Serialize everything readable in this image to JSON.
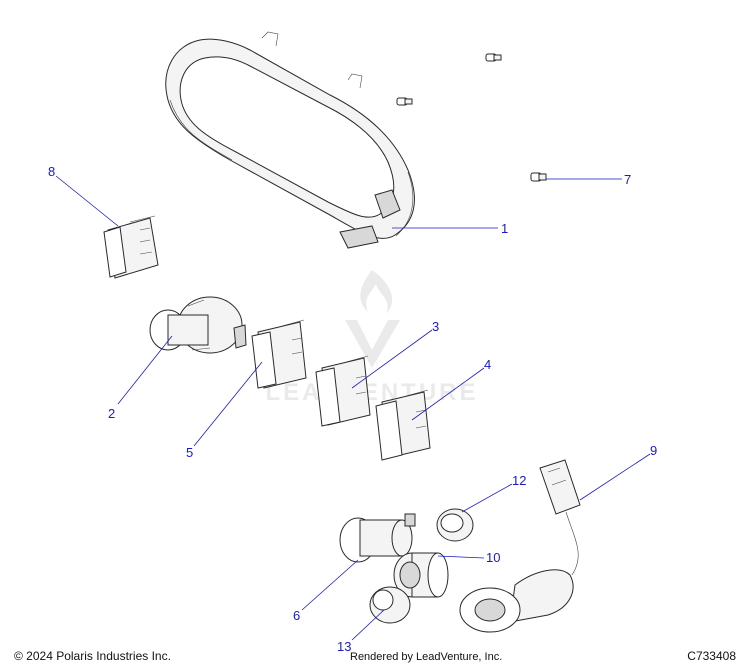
{
  "callouts": [
    {
      "label": "1"
    },
    {
      "label": "2"
    },
    {
      "label": "3"
    },
    {
      "label": "4"
    },
    {
      "label": "5"
    },
    {
      "label": "6"
    },
    {
      "label": "7"
    },
    {
      "label": "8"
    },
    {
      "label": "9"
    },
    {
      "label": "10"
    },
    {
      "label": "12"
    },
    {
      "label": "13"
    }
  ],
  "watermark": {
    "text": "LEADVENTURE"
  },
  "footer": {
    "copyright": "© 2024 Polaris Industries Inc.",
    "rendered_by": "Rendered by LeadVenture, Inc.",
    "drawing_id": "C733408"
  },
  "colors": {
    "callout": "#1a1ac8",
    "linework": "#2a2a2a",
    "watermark": "#d9d9d9"
  }
}
